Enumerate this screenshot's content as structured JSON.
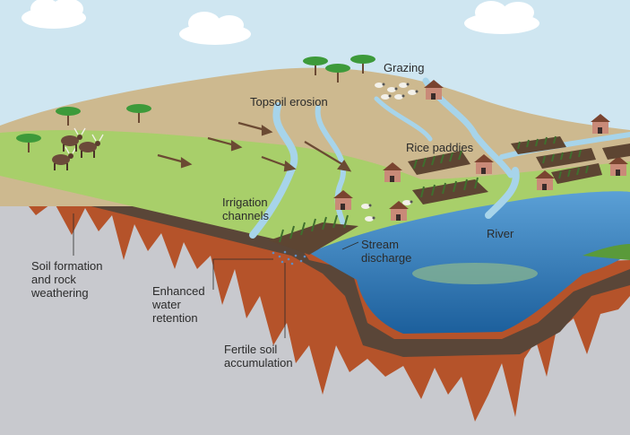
{
  "labels": {
    "grazing": "Grazing",
    "topsoil_erosion": "Topsoil erosion",
    "rice_paddies": "Rice paddies",
    "irrigation_channels": [
      "Irrigation",
      "channels"
    ],
    "stream_discharge": [
      "Stream",
      "discharge"
    ],
    "river": "River",
    "soil_formation": [
      "Soil formation",
      "and rock",
      "weathering"
    ],
    "enhanced_water_retention": [
      "Enhanced",
      "water",
      "retention"
    ],
    "fertile_soil_accumulation": [
      "Fertile soil",
      "accumulation"
    ]
  },
  "colors": {
    "sky": "#cfe6f1",
    "hill": "#cdb98f",
    "grass": "#a8cf6a",
    "topsoil": "#5a4638",
    "subsoil": "#b5532a",
    "bedrock": "#c8c9ce",
    "water": "#3f86c7",
    "channel": "#a7d4ea",
    "house_wall": "#c98a78",
    "roof": "#7a4430",
    "crop": "#3f6f2e",
    "tree": "#3d9a3a",
    "arrow": "#6b4a33"
  },
  "icons": [
    "cloud-icon",
    "acacia-tree-icon",
    "cattle-icon",
    "sheep-icon",
    "house-icon",
    "rice-field-icon",
    "arrow-icon"
  ]
}
